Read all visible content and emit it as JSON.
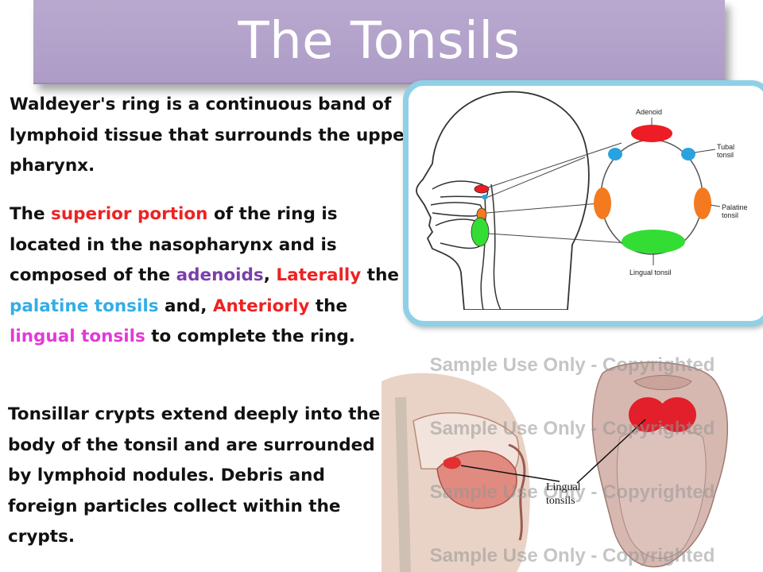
{
  "title": "The Tonsils",
  "paragraph1": "Waldeyer's ring is a continuous band of lymphoid tissue that surrounds the upper pharynx.",
  "paragraph2": {
    "seg1": " The ",
    "seg2": "superior portion",
    "seg3": " of the ring is located in the nasopharynx and is composed of the ",
    "seg4": "adenoids",
    "seg5": ", ",
    "seg6": "Laterally",
    "seg7": " the ",
    "seg8": "palatine tonsils",
    "seg9": " and, ",
    "seg10": "Anteriorly",
    "seg11": " the ",
    "seg12": "lingual tonsils",
    "seg13": " to complete the ring."
  },
  "paragraph3": "Tonsillar crypts extend deeply into the body of the tonsil and are surrounded by lymphoid nodules. Debris and foreign particles collect within the crypts.",
  "diagram": {
    "labels": {
      "adenoid": "Adenoid",
      "tubal_tonsil": "Tubal tonsil",
      "palatine_tonsil": "Palatine tonsil",
      "lingual_tonsil": "Lingual tonsil"
    },
    "colors": {
      "adenoid": "#ee1c24",
      "tubal": "#29a3e0",
      "palatine": "#f47a20",
      "lingual": "#33dd33",
      "frame": "#8fd0e6"
    }
  },
  "photo": {
    "watermark": "Sample Use Only - Copyrighted",
    "label": "Lingual tonsils"
  },
  "colors": {
    "title_bar": "#b3a3cb",
    "highlight_red": "#ee2222",
    "highlight_purple": "#7a3fa8",
    "highlight_cyan": "#33aee6",
    "highlight_magenta": "#e23ad6"
  }
}
